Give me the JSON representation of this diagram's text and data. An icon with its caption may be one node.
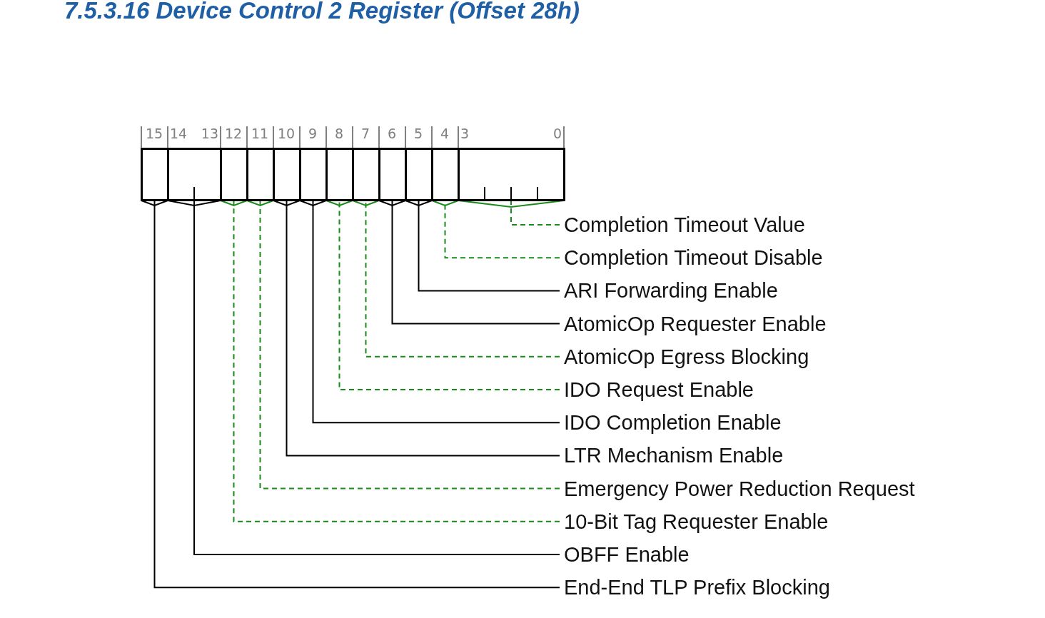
{
  "diagram": {
    "title": "7.5.3.16 Device Control 2 Register (Offset 28h)",
    "nodes": [
      {
        "text": [],
        "shape": "box"
      },
      {
        "text": [],
        "shape": "box"
      },
      {
        "text": [],
        "shape": "box"
      },
      {
        "text": [],
        "shape": "box"
      },
      {
        "text": [],
        "shape": "box"
      },
      {
        "text": [],
        "shape": "box"
      },
      {
        "text": [],
        "shape": "box"
      },
      {
        "text": [],
        "shape": "box"
      },
      {
        "text": [],
        "shape": "box"
      },
      {
        "text": [],
        "shape": "box"
      },
      {
        "text": [],
        "shape": "box"
      },
      {
        "text": [],
        "shape": "box"
      },
      {
        "text": [
          "Completion Timeout Value"
        ]
      },
      {
        "text": [
          "Completion Timeout Disable"
        ]
      },
      {
        "text": [
          "ARI Forwarding Enable"
        ]
      },
      {
        "text": [
          "AtomicOp Requester Enable"
        ]
      },
      {
        "text": [
          "AtomicOp Egress Blocking"
        ]
      },
      {
        "text": [
          "IDO Request Enable"
        ]
      },
      {
        "text": [
          "IDO Completion Enable"
        ]
      },
      {
        "text": [
          "LTR Mechanism Enable"
        ]
      },
      {
        "text": [
          "Emergency Power Reduction Request"
        ]
      },
      {
        "text": [
          "10-Bit Tag Requester Enable"
        ]
      },
      {
        "text": [
          "OBFF Enable"
        ]
      },
      {
        "text": [
          "End-End TLP Prefix Blocking"
        ]
      }
    ],
    "edges": [
      {
        "from": 12,
        "to": 11,
        "arrow": "none",
        "style": "dashed",
        "color": "#1a8a1a"
      },
      {
        "from": 13,
        "to": 10,
        "arrow": "none",
        "style": "dashed",
        "color": "#1a8a1a"
      },
      {
        "from": 14,
        "to": 9,
        "arrow": "none",
        "color": "#000000"
      },
      {
        "from": 15,
        "to": 8,
        "arrow": "none",
        "color": "#000000"
      },
      {
        "from": 16,
        "to": 7,
        "arrow": "none",
        "style": "dashed",
        "color": "#1a8a1a"
      },
      {
        "from": 17,
        "to": 6,
        "arrow": "none",
        "style": "dashed",
        "color": "#1a8a1a"
      },
      {
        "from": 18,
        "to": 5,
        "arrow": "none",
        "color": "#000000"
      },
      {
        "from": 19,
        "to": 4,
        "arrow": "none",
        "color": "#000000"
      },
      {
        "from": 20,
        "to": 3,
        "arrow": "none",
        "style": "dashed",
        "color": "#1a8a1a"
      },
      {
        "from": 21,
        "to": 2,
        "arrow": "none",
        "style": "dashed",
        "color": "#1a8a1a"
      },
      {
        "from": 22,
        "to": 1,
        "arrow": "none",
        "color": "#000000"
      },
      {
        "from": 23,
        "to": 0,
        "arrow": "none",
        "color": "#000000"
      }
    ],
    "labels": [
      "15",
      "14",
      "13",
      "12",
      "11",
      "10",
      "9",
      "8",
      "7",
      "6",
      "5",
      "4",
      "3",
      "0"
    ]
  }
}
